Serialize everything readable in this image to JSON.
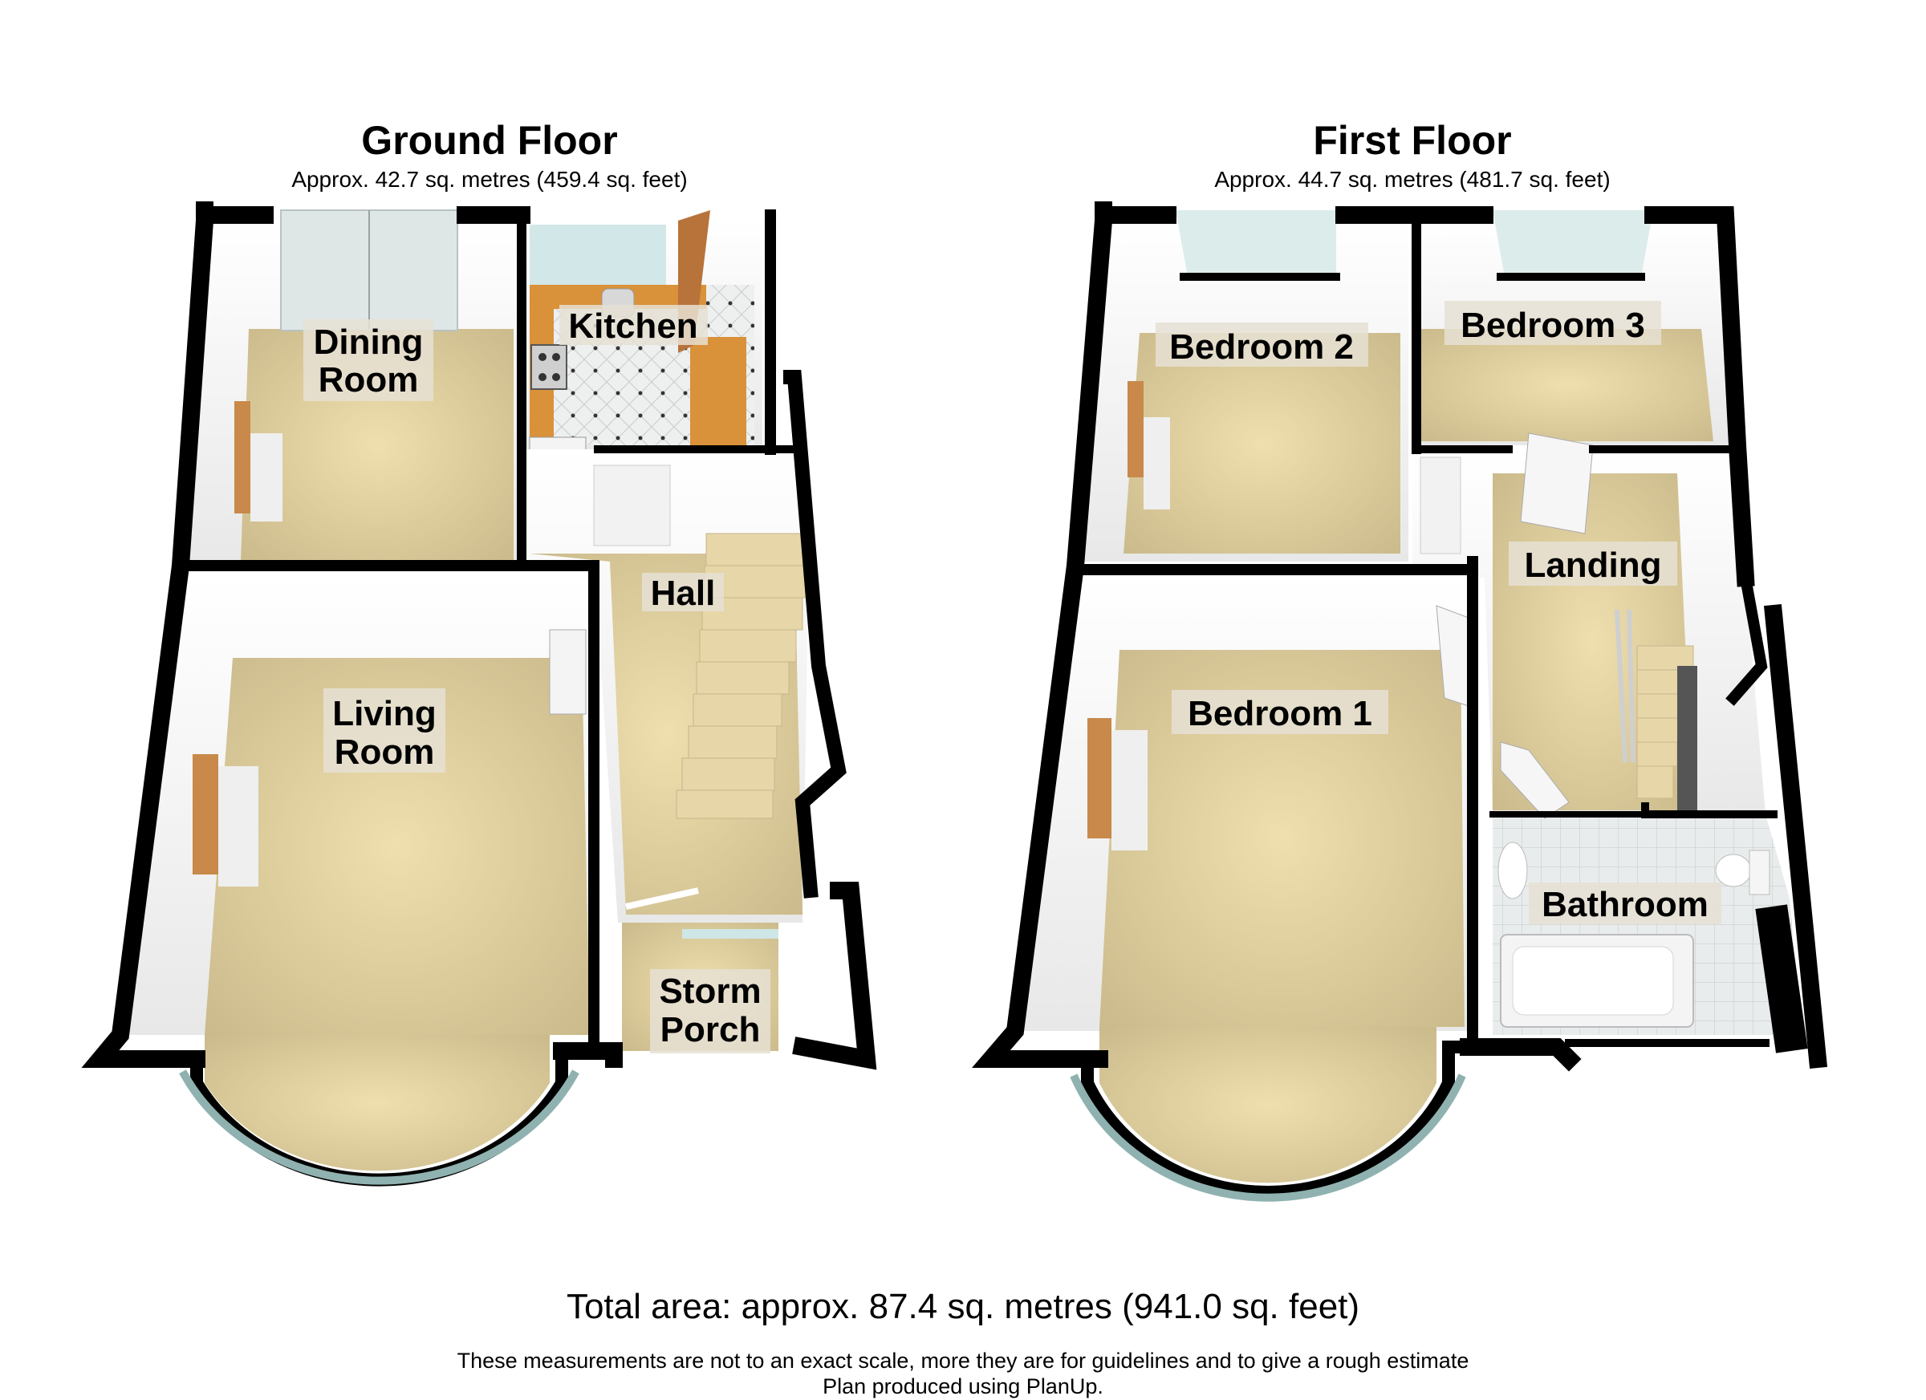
{
  "ground_floor": {
    "title": "Ground Floor",
    "area": "Approx. 42.7 sq. metres (459.4 sq. feet)",
    "rooms": {
      "dining_line1": "Dining",
      "dining_line2": "Room",
      "kitchen": "Kitchen",
      "hall": "Hall",
      "living_line1": "Living",
      "living_line2": "Room",
      "porch_line1": "Storm",
      "porch_line2": "Porch"
    }
  },
  "first_floor": {
    "title": "First Floor",
    "area": "Approx. 44.7 sq. metres (481.7 sq. feet)",
    "rooms": {
      "bedroom2": "Bedroom 2",
      "bedroom3": "Bedroom 3",
      "landing": "Landing",
      "bedroom1": "Bedroom 1",
      "bathroom": "Bathroom"
    }
  },
  "footer": {
    "total_area": "Total area: approx. 87.4 sq. metres (941.0 sq. feet)",
    "disclaimer": "These measurements are not to an exact scale, more they are for guidelines and to give a rough estimate",
    "credit": "Plan produced using PlanUp."
  },
  "colors": {
    "wall": "#000000",
    "carpet": "#d9c99a",
    "inner_wall": "#f2f2f2",
    "glass": "#cfe6e6",
    "worktop": "#d9913a",
    "label_bg": "#e6e1d3"
  }
}
